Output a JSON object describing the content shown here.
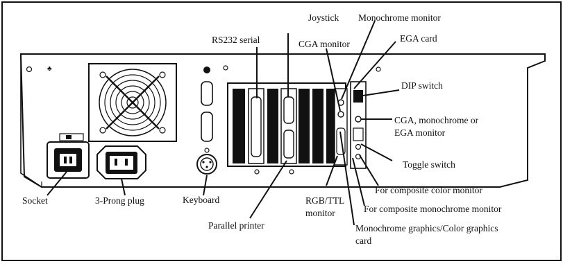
{
  "labels": {
    "joystick": "Joystick",
    "monochrome_monitor": "Monochrome monitor",
    "rs232_serial": "RS232 serial",
    "cga_monitor": "CGA monitor",
    "ega_card": "EGA card",
    "dip_switch": "DIP switch",
    "cga_mono_ega_line1": "CGA, monochrome or",
    "cga_mono_ega_line2": "EGA monitor",
    "toggle_switch": "Toggle switch",
    "composite_color": "For composite color monitor",
    "composite_mono": "For composite monochrome monitor",
    "mono_color_graphics_line1": "Monochrome graphics/Color graphics",
    "mono_color_graphics_line2": "card",
    "rgb_ttl_line1": "RGB/TTL",
    "rgb_ttl_line2": "monitor",
    "parallel_printer": "Parallel printer",
    "keyboard": "Keyboard",
    "three_prong_plug": "3-Prong plug",
    "socket": "Socket"
  },
  "colors": {
    "ink": "#111111",
    "panel": "#ffffff"
  }
}
